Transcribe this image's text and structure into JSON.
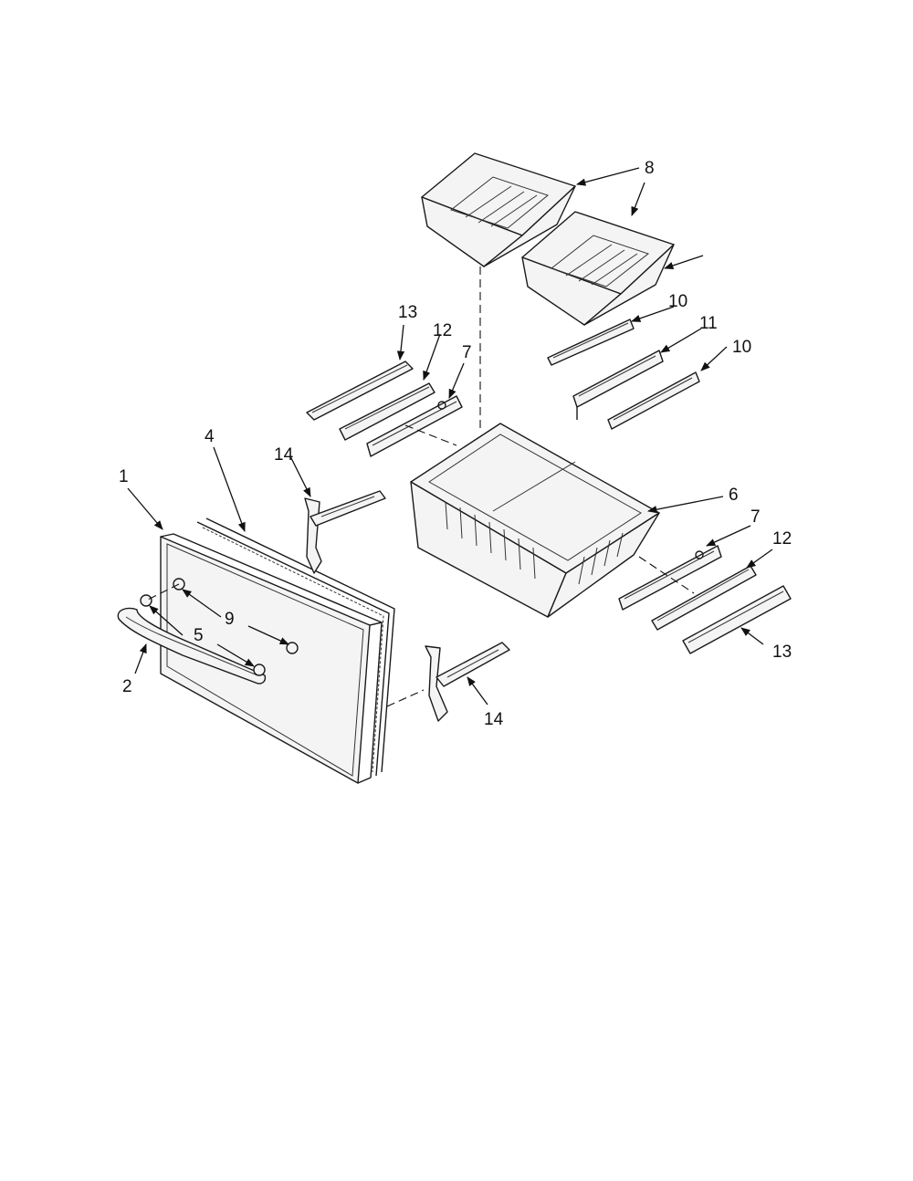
{
  "diagram": {
    "callouts": {
      "c1": "1",
      "c2": "2",
      "c4": "4",
      "c5": "5",
      "c6": "6",
      "c7a": "7",
      "c7b": "7",
      "c8a": "8",
      "c9": "9",
      "c10a": "10",
      "c10b": "10",
      "c11": "11",
      "c12a": "12",
      "c12b": "12",
      "c13a": "13",
      "c13b": "13",
      "c14a": "14",
      "c14b": "14"
    }
  }
}
